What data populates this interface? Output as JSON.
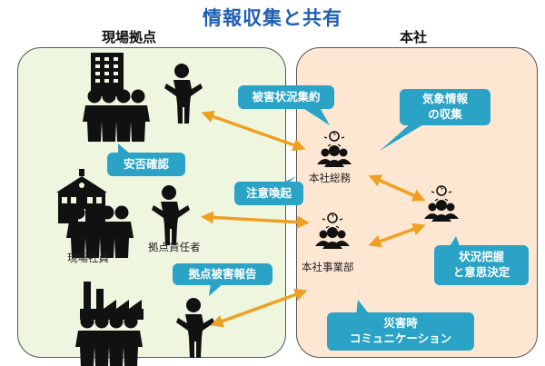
{
  "title": "情報収集と共有",
  "areas": {
    "site": "現場拠点",
    "hq": "本社"
  },
  "labels": {
    "site_staff": "現場社員",
    "site_manager": "拠点責任者",
    "hq_general": "本社総務",
    "hq_business": "本社事業部"
  },
  "callouts": {
    "damage_collect": "被害状況集約",
    "weather": [
      "気象情報",
      "の収集"
    ],
    "safety": "安否確認",
    "alert": "注意喚起",
    "site_report": "拠点被害報告",
    "decision": [
      "状況把握",
      "と意思決定"
    ],
    "disaster_comm": [
      "災害時",
      "コミュニケーション"
    ]
  },
  "colors": {
    "title": "#1f5fb4",
    "callout": "#2aa3c6",
    "arrow": "#f0a020",
    "site_bg": "#eef6e0",
    "hq_bg": "#fde7d3"
  }
}
